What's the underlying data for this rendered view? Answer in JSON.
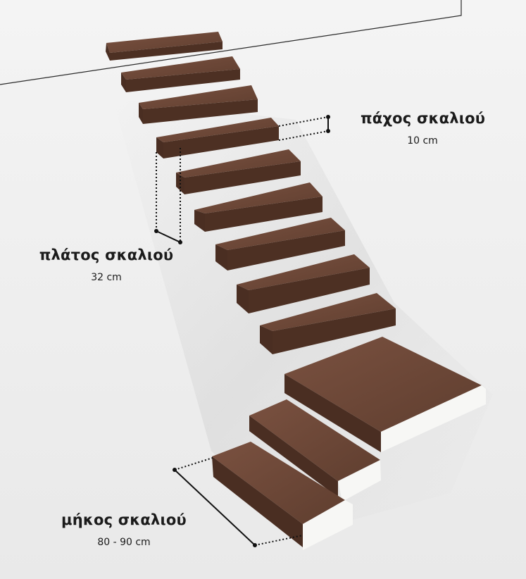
{
  "dimensions": [
    {
      "id": "thickness",
      "name": "πάχος σκαλιού",
      "value": "10 cm"
    },
    {
      "id": "width",
      "name": "πλάτος σκαλιού",
      "value": "32 cm"
    },
    {
      "id": "length",
      "name": "μήκος σκαλιού",
      "value": "80 - 90 cm"
    }
  ],
  "colors": {
    "background": "#efefef",
    "wood_top": "#6b4532",
    "wood_front": "#4a2e22",
    "concrete": "#f7f7f5",
    "dimension_line": "#111111"
  },
  "staircase": {
    "type": "floating cantilever staircase",
    "step_count": 12,
    "landing": true
  }
}
